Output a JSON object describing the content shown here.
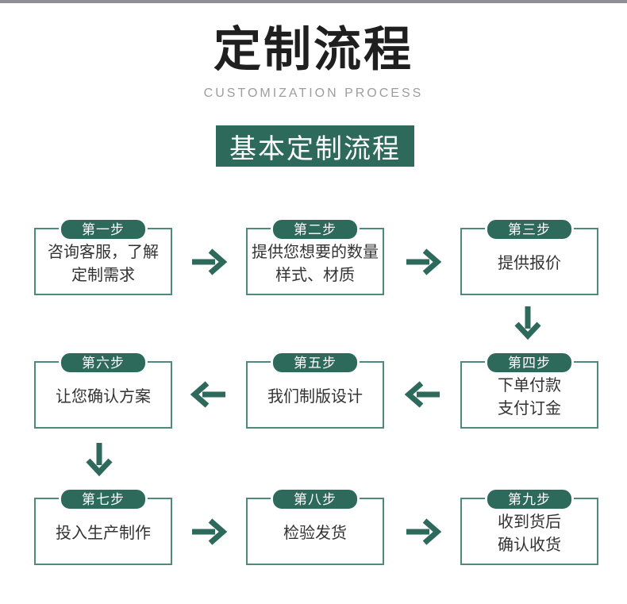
{
  "page": {
    "title": "定制流程",
    "subtitle": "CUSTOMIZATION PROCESS",
    "banner": "基本定制流程"
  },
  "colors": {
    "accent": "#2e6a5c",
    "box_border": "#4e8a7a",
    "top_bar": "#8e8e96",
    "title_text": "#1f1f1f",
    "subtitle_text": "#9d9d9d",
    "step_text": "#333333",
    "pill_text": "#ffffff",
    "banner_text": "#ffffff"
  },
  "icons": {
    "arrow_right": "→",
    "arrow_left": "←",
    "arrow_down": "↓"
  },
  "steps": [
    {
      "label": "第一步",
      "text": "咨询客服，了解\n定制需求"
    },
    {
      "label": "第二步",
      "text": "提供您想要的数量\n样式、材质"
    },
    {
      "label": "第三步",
      "text": "提供报价"
    },
    {
      "label": "第四步",
      "text": "下单付款\n支付订金"
    },
    {
      "label": "第五步",
      "text": "我们制版设计"
    },
    {
      "label": "第六步",
      "text": "让您确认方案"
    },
    {
      "label": "第七步",
      "text": "投入生产制作"
    },
    {
      "label": "第八步",
      "text": "检验发货"
    },
    {
      "label": "第九步",
      "text": "收到货后\n确认收货"
    }
  ]
}
